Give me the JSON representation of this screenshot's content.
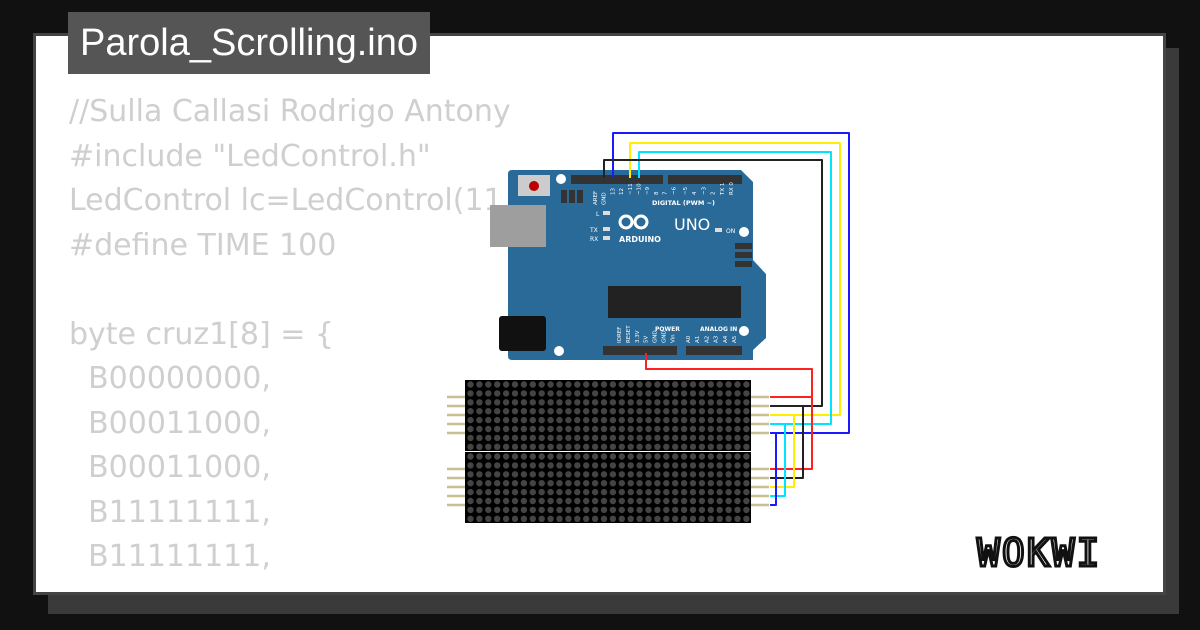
{
  "file_title": "Parola_Scrolling.ino",
  "code_lines": [
    "//Sulla Callasi Rodrigo Antony",
    "#include \"LedControl.h\"",
    "LedControl lc=LedControl(11",
    "#define TIME 100",
    "",
    "byte cruz1[8] = {",
    "  B00000000,",
    "  B00011000,",
    "  B00011000,",
    "  B11111111,",
    "  B11111111,"
  ],
  "board": {
    "name": "UNO",
    "brand": "ARDUINO",
    "digital_label": "DIGITAL (PWM ~)",
    "power_label": "POWER",
    "analog_label": "ANALOG IN",
    "on_label": "ON",
    "led_labels": [
      "L",
      "TX",
      "RX"
    ],
    "top_pins": [
      "AREF",
      "GND",
      "13",
      "12",
      "~11",
      "~10",
      "~9",
      "8",
      "7",
      "~6",
      "~5",
      "4",
      "~3",
      "2",
      "TX 1",
      "RX 0"
    ],
    "bottom_pins": [
      "IOREF",
      "RESET",
      "3.3V",
      "5V",
      "GND",
      "GND",
      "Vin",
      "A0",
      "A1",
      "A2",
      "A3",
      "A4",
      "A5"
    ],
    "color": "#2a6a98"
  },
  "wire_colors": {
    "vcc": "#ff2020",
    "gnd": "#222222",
    "din": "#1a1aff",
    "cs": "#ffee00",
    "clk": "#00e5ff"
  },
  "logo_text": "WOKWI"
}
